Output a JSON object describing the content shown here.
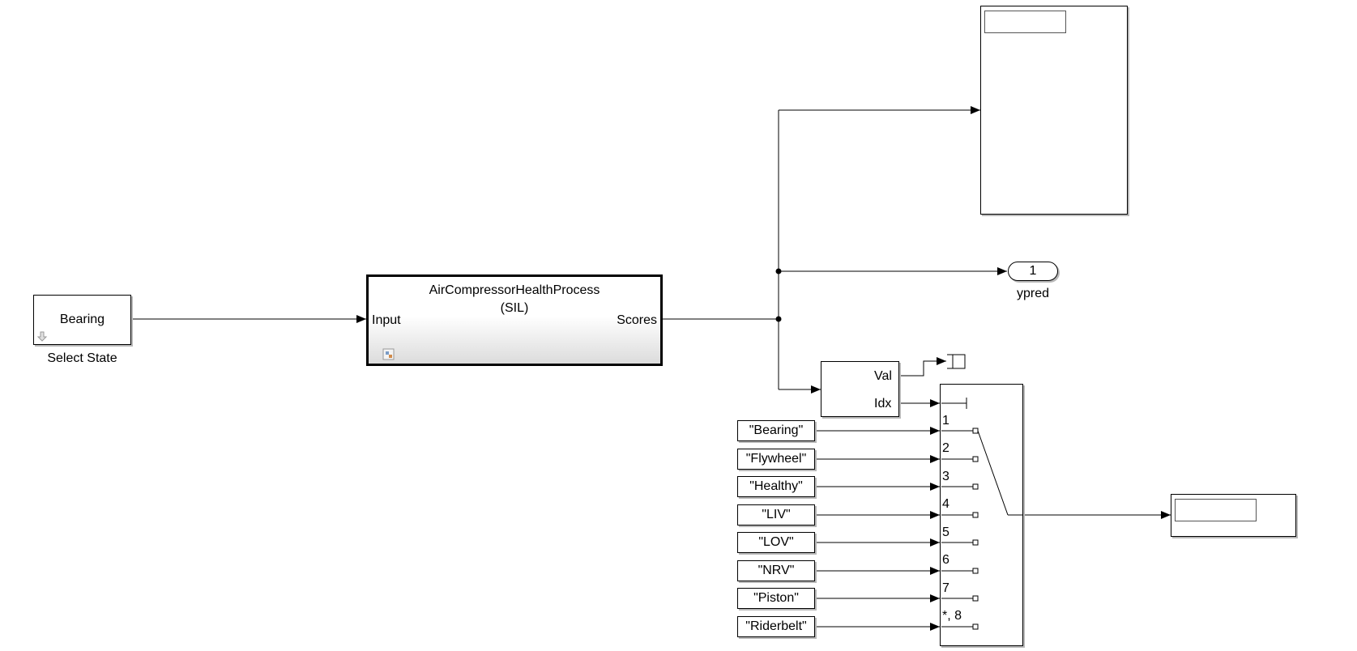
{
  "source_block": {
    "value": "Bearing",
    "caption": "Select State"
  },
  "model_block": {
    "title": "AirCompressorHealthProcess",
    "mode": "(SIL)",
    "input_port": "Input",
    "output_port": "Scores"
  },
  "outport": {
    "number": "1",
    "caption": "ypred"
  },
  "max_block": {
    "val_port": "Val",
    "idx_port": "Idx"
  },
  "string_constants": [
    "\"Bearing\"",
    "\"Flywheel\"",
    "\"Healthy\"",
    "\"LIV\"",
    "\"LOV\"",
    "\"NRV\"",
    "\"Piston\"",
    "\"Riderbelt\""
  ],
  "switch_ports": [
    "1",
    "2",
    "3",
    "4",
    "5",
    "6",
    "7",
    "*, 8"
  ]
}
